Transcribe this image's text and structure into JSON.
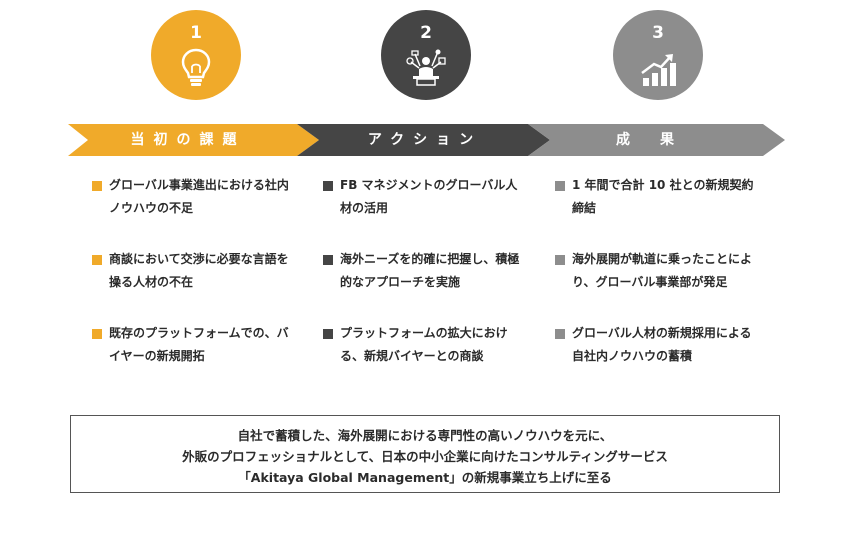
{
  "stages": [
    {
      "number": "1",
      "label": "当初の課題",
      "icon": "lightbulb-icon",
      "color": "#f0aa2a",
      "items": [
        "グローバル事業進出における社内ノウハウの不足",
        "商談において交渉に必要な言語を操る人材の不在",
        "既存のプラットフォームでの、バイヤーの新規開拓"
      ]
    },
    {
      "number": "2",
      "label": "アクション",
      "icon": "multitasking-person-icon",
      "color": "#454545",
      "items": [
        "FB マネジメントのグローバル人材の活用",
        "海外ニーズを的確に把握し、積極的なアプローチを実施",
        "プラットフォームの拡大における、新規バイヤーとの商談"
      ]
    },
    {
      "number": "3",
      "label": "成果",
      "icon": "growth-chart-icon",
      "color": "#8d8d8d",
      "items": [
        "1 年間で合計 10 社との新規契約締結",
        "海外展開が軌道に乗ったことにより、グローバル事業部が発足",
        "グローバル人材の新規採用による自社内ノウハウの蓄積"
      ]
    }
  ],
  "summary": {
    "line1": "自社で蓄積した、海外展開における専門性の高いノウハウを元に、",
    "line2": "外販のプロフェッショナルとして、日本の中小企業に向けたコンサルティングサービス",
    "line3": "「Akitaya Global Management」の新規事業立ち上げに至る"
  }
}
